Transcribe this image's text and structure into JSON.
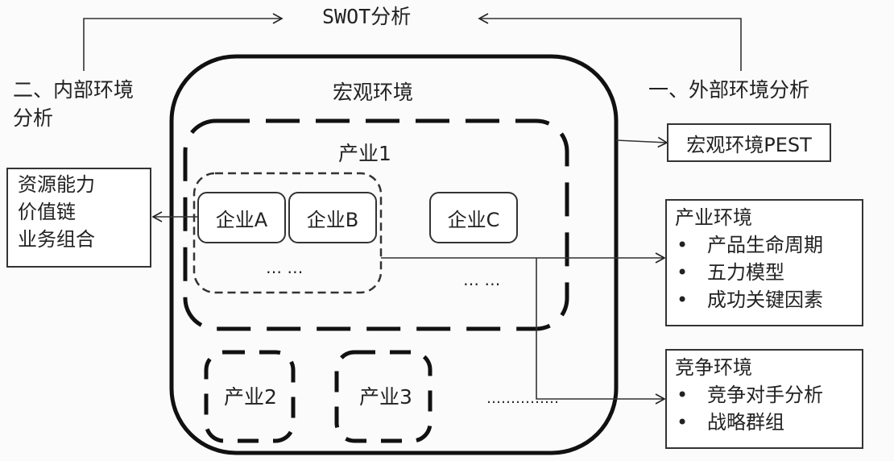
{
  "title": "SWOT分析",
  "internal_label": [
    "二、内部环境",
    "分析"
  ],
  "external_label": "一、外部环境分析",
  "macro_env": "宏观环境",
  "industry1": "产业1",
  "industry2": "产业2",
  "industry3": "产业3",
  "enterprises": [
    "企业A",
    "企业B",
    "企业C"
  ],
  "ellipsis_inner": "… …",
  "ellipsis_c": "… …",
  "ellipsis_bottom": "……………",
  "internal_box": [
    "资源能力",
    "价值链",
    "业务组合"
  ],
  "pest_box": "宏观环境PEST",
  "industry_env": {
    "title": "产业环境",
    "items": [
      "产品生命周期",
      "五力模型",
      "成功关键因素"
    ]
  },
  "competition_env": {
    "title": "竞争环境",
    "items": [
      "竞争对手分析",
      "战略群组"
    ]
  },
  "bullet": "•",
  "colors": {
    "line": "#111111",
    "text": "#222222",
    "background": "#fbfbfb"
  }
}
